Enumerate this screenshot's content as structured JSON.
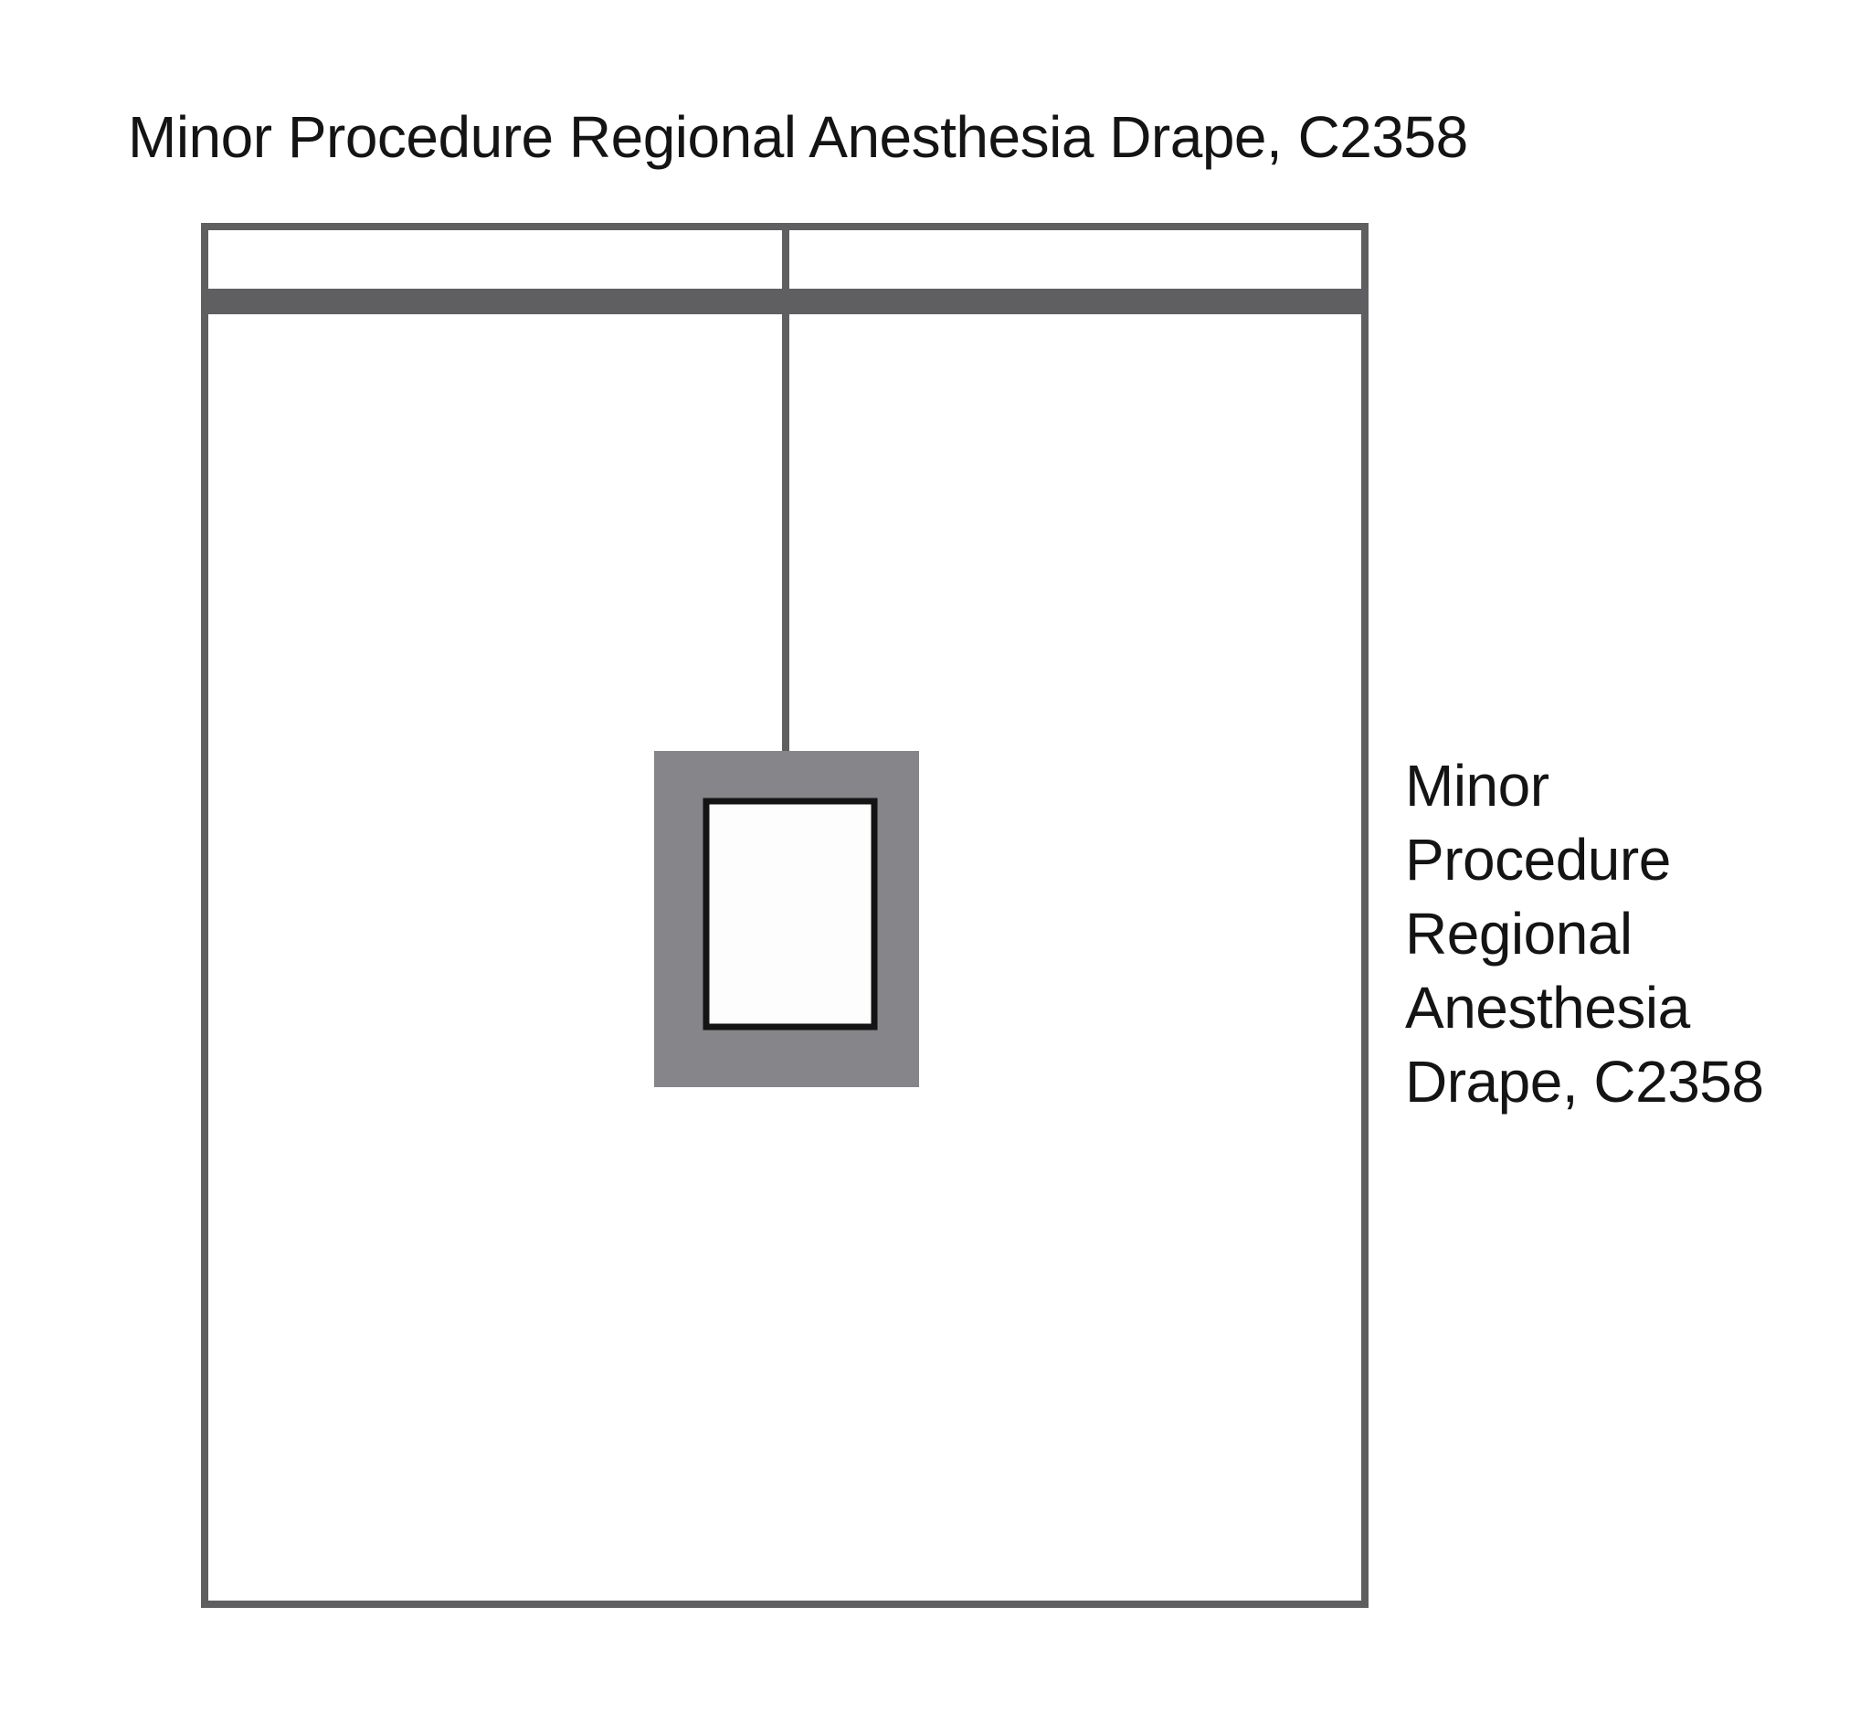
{
  "diagram": {
    "title": "Minor Procedure Regional Anesthesia Drape, C2358",
    "side_label_lines": [
      "Minor",
      "Procedure",
      "Regional",
      "Anesthesia",
      "Drape, C2358"
    ]
  },
  "colors": {
    "outline": "#5f5f61",
    "band": "#5f5f61",
    "fenestration_frame": "#85858a",
    "fenestration_border": "#141414",
    "background": "#ffffff",
    "text": "#141414"
  }
}
